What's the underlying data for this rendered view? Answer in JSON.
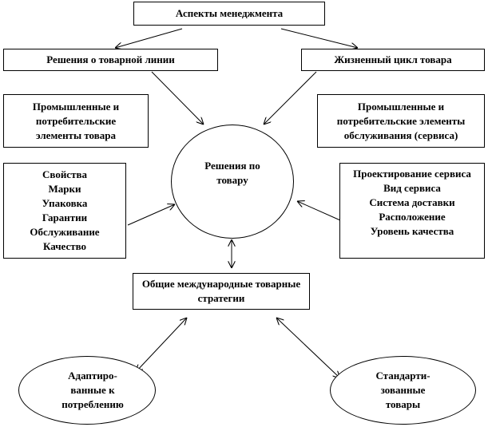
{
  "nodes": {
    "aspects": "Аспекты менеджмента",
    "product_line": "Решения о товарной линии",
    "life_cycle": "Жизненный цикл товара",
    "product_elements": [
      "Промышленные и",
      "потребительские",
      "элементы товара"
    ],
    "service_elements": [
      "Промышленные и",
      "потребительские элементы",
      "обслуживания (сервиса)"
    ],
    "product_decisions": [
      "Решения по",
      "товару"
    ],
    "properties": [
      "Свойства",
      "Марки",
      "Упаковка",
      "Гарантии",
      "Обслуживание",
      "Качество"
    ],
    "service_design": [
      "Проектирование сервиса",
      "Вид сервиса",
      "Система доставки",
      "Расположение",
      "Уровень качества"
    ],
    "intl_strategies": [
      "Общие международные товарные",
      "стратегии"
    ],
    "adapted": [
      "Адаптиро-",
      "ванные к",
      "потреблению"
    ],
    "standardized": [
      "Стандарти-",
      "зованные",
      "товары"
    ]
  }
}
